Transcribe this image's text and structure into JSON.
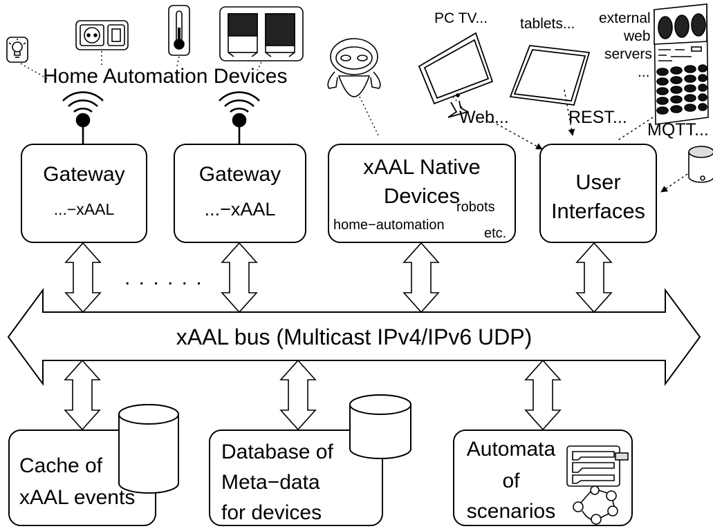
{
  "labels": {
    "home_automation_devices": "Home Automation Devices",
    "pc_tv": "PC TV...",
    "tablets": "tablets...",
    "external_web_servers": [
      "external",
      "web",
      "servers",
      "..."
    ],
    "web": "Web...",
    "rest": "REST...",
    "mqtt": "MQTT...",
    "ellipsis": ". . . . . .",
    "bus": "xAAL bus (Multicast IPv4/IPv6 UDP)"
  },
  "gateways": [
    {
      "title": "Gateway",
      "subtitle": "...−xAAL"
    },
    {
      "title": "Gateway",
      "subtitle": "...−xAAL"
    }
  ],
  "native_devices": {
    "line1": "xAAL Native",
    "line2": "Devices",
    "sub1": "home−automation",
    "sub2": "robots",
    "sub3": "etc."
  },
  "user_interfaces": {
    "line1": "User",
    "line2": "Interfaces"
  },
  "services": {
    "cache": [
      "Cache of",
      "xAAL events"
    ],
    "database": [
      "Database of",
      "Meta−data",
      "for devices"
    ],
    "automata": [
      "Automata",
      "of",
      "scenarios"
    ]
  }
}
